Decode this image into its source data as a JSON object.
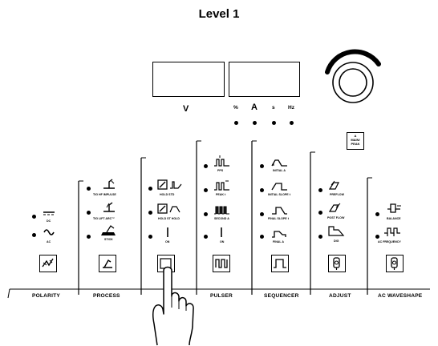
{
  "title": "Level 1",
  "displays": {
    "left_unit": "V",
    "right_units": [
      "%",
      "A",
      "s",
      "Hz"
    ]
  },
  "main_peak_label": "A\nMAIN/\nPEAK",
  "sections": {
    "polarity": {
      "label": "POLARITY",
      "options": [
        "DC",
        "AC"
      ]
    },
    "process": {
      "label": "PROCESS",
      "options": [
        "TIG HF IMPULSE",
        "TIG LIFT ARC™",
        "STICK"
      ]
    },
    "trigger": {
      "options": [
        "HOLD STD",
        "HOLD ST HOLD",
        "ON"
      ]
    },
    "pulser": {
      "label": "PULSER",
      "options": [
        "PPS",
        "PEAK t",
        "SECOND A",
        "ON"
      ]
    },
    "sequencer": {
      "label": "SEQUENCER",
      "options": [
        "INITIAL A",
        "INITIAL SLOPE t",
        "FINAL SLOPE t",
        "FINAL A"
      ]
    },
    "adjust": {
      "label": "ADJUST",
      "options": [
        "PREFLOW",
        "POST FLOW",
        "DIG"
      ]
    },
    "ac_waveshape": {
      "label": "AC WAVESHAPE",
      "options": [
        "BALANCE",
        "AC FREQUENCY"
      ]
    }
  },
  "icons": {
    "knob": "rotary-knob-icon",
    "hand": "pointing-hand-icon",
    "polarity": "polarity-button-icon",
    "process": "process-button-icon",
    "trigger": "trigger-button-icon",
    "pulser": "pulser-button-icon",
    "sequencer": "sequencer-button-icon",
    "adjust": "adjust-button-icon",
    "waveshape": "waveshape-button-icon"
  }
}
